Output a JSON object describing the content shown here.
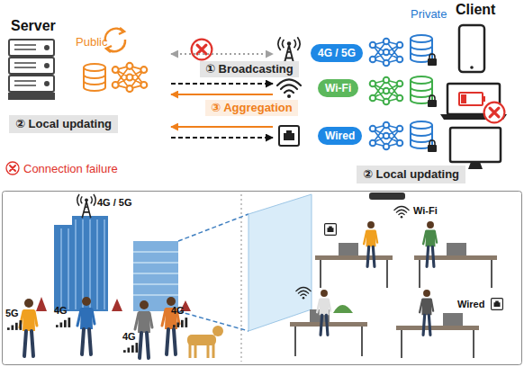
{
  "diagram": {
    "nodes": [
      {
        "text": [
          "Server",
          "Public"
        ]
      },
      {
        "text": [
          "② Local updating"
        ],
        "in": 0
      },
      {
        "text": [
          "4G / 5G"
        ]
      },
      {
        "text": [
          "Wi-Fi"
        ]
      },
      {
        "text": [
          "Wired"
        ]
      },
      {
        "text": [
          "② Local updating"
        ]
      }
    ],
    "edges": [
      {
        "from": 0,
        "to": 2,
        "arrow": "both"
      },
      {
        "from": 0,
        "to": 3,
        "arrow": "to",
        "label": "① Broadcasting"
      },
      {
        "from": 3,
        "to": 0,
        "arrow": "to",
        "label": "③ Aggregation"
      },
      {
        "from": 4,
        "to": 0,
        "arrow": "to"
      },
      {
        "from": 0,
        "to": 4,
        "arrow": "to"
      }
    ],
    "labels": [
      "Private",
      "Client",
      "4G / 5G",
      "5G",
      "4G",
      "4G",
      "4G",
      "Wi-Fi",
      "Wired"
    ],
    "legend": [
      {
        "text": "Connection failure"
      }
    ]
  }
}
